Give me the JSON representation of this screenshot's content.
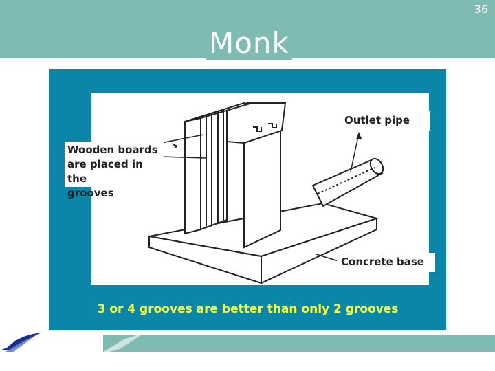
{
  "slide": {
    "number": "36",
    "title": "Monk"
  },
  "diagram": {
    "labels": {
      "wooden_boards": [
        "Wooden boards",
        "are placed in the",
        "grooves"
      ],
      "outlet_pipe": "Outlet pipe",
      "concrete_base": "Concrete base"
    },
    "caption": "3 or 4 grooves are better than only 2 grooves"
  },
  "colors": {
    "header": "#7fbab3",
    "panel": "#0b86a8",
    "caption": "#ffff3a"
  }
}
